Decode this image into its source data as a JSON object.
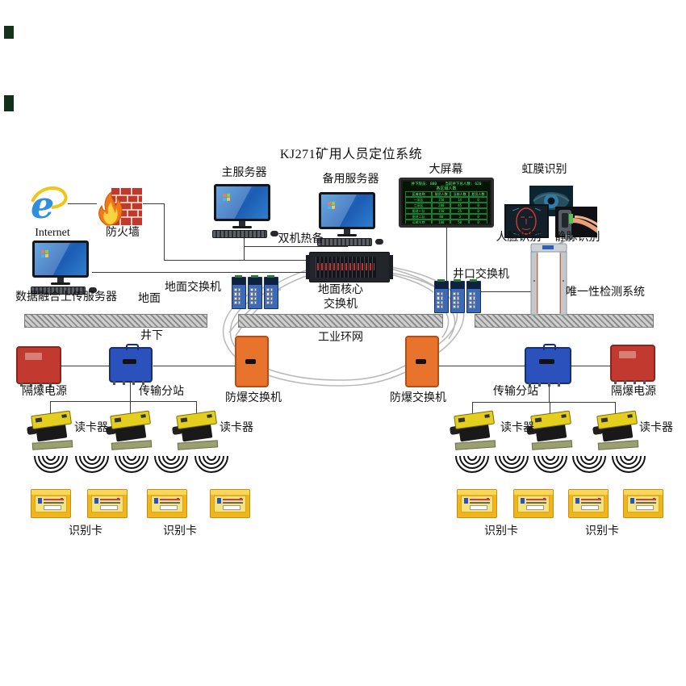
{
  "title": "KJ271矿用人员定位系统",
  "labels": {
    "internet": "Internet",
    "firewall": "防火墙",
    "main_server": "主服务器",
    "backup_server": "备用服务器",
    "hot_standby": "双机热备",
    "upload_server": "数据融合上传服务器",
    "surface": "地面",
    "underground": "井下",
    "ground_switch": "地面交换机",
    "core_switch_line1": "地面核心",
    "core_switch_line2": "交换机",
    "wellhead_switch": "井口交换机",
    "uniqueness_system": "唯一性检测系统",
    "big_screen": "大屏幕",
    "iris": "虹膜识别",
    "face": "人脸识别",
    "vein": "静脉识别",
    "ring_network": "工业环网",
    "flameproof_power": "隔爆电源",
    "substation": "传输分站",
    "ex_switch": "防爆交换机",
    "reader": "读卡器",
    "id_card": "识别卡"
  },
  "big_screen": {
    "header_left": "井下限员: 800",
    "header_right": "当前井下总人数: 620",
    "subtitle": "各区域人数",
    "columns": [
      "区域名称",
      "限员人数",
      "当前人数",
      "超员人数"
    ],
    "rows": [
      [
        "一采区",
        "150",
        "14",
        "0"
      ],
      [
        "二采区",
        "200",
        "45",
        "0"
      ],
      [
        "掘进一队",
        "150",
        "25",
        "0"
      ],
      [
        "掘进二队",
        "80",
        "3",
        "0"
      ],
      [
        "运输大巷",
        "100",
        "50",
        "0"
      ],
      [
        "机电硐室",
        "150",
        "41",
        "0"
      ]
    ]
  },
  "colors": {
    "ring_cable": "#b8b8b8",
    "link_line": "#3c3c3c",
    "screen_green": "#3bee5f",
    "power_box_red": "#c23a2f",
    "substation_blue": "#2b52bc",
    "ex_switch_orange": "#e8732c",
    "reader_yellow": "#e4cf1e",
    "card_yellow": "#f0b51c",
    "brick_red": "#c0392b"
  }
}
